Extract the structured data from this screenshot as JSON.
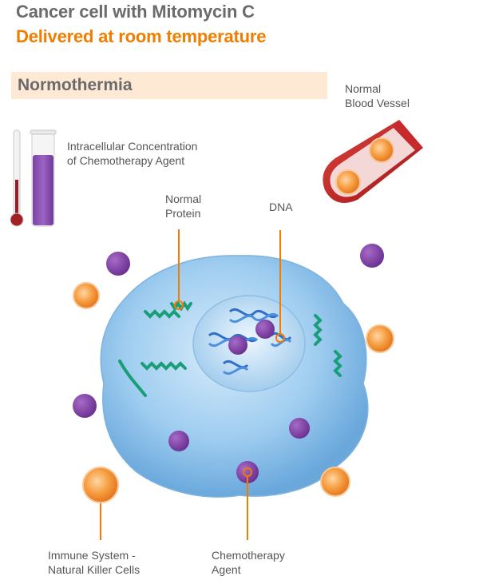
{
  "title": "Cancer cell with Mitomycin C",
  "subtitle": "Delivered at room temperature",
  "condition": "Normothermia",
  "labels": {
    "blood_vessel": "Normal\nBlood Vessel",
    "concentration": "Intracellular Concentration\nof Chemotherapy Agent",
    "normal_protein": "Normal\nProtein",
    "dna": "DNA",
    "immune": "Immune System -\nNatural Killer Cells",
    "chemo": "Chemotherapy\nAgent"
  },
  "colors": {
    "title": "#6b6b6b",
    "subtitle": "#f07d00",
    "banner": "#fde9d4",
    "cell": "#8fc3ec",
    "chemo_agent": "#7b3fa0",
    "killer_cell": "#f08a2a",
    "protein": "#1a9e78",
    "dna": "#2f6fc9",
    "blood_vessel": "#b81e22"
  }
}
